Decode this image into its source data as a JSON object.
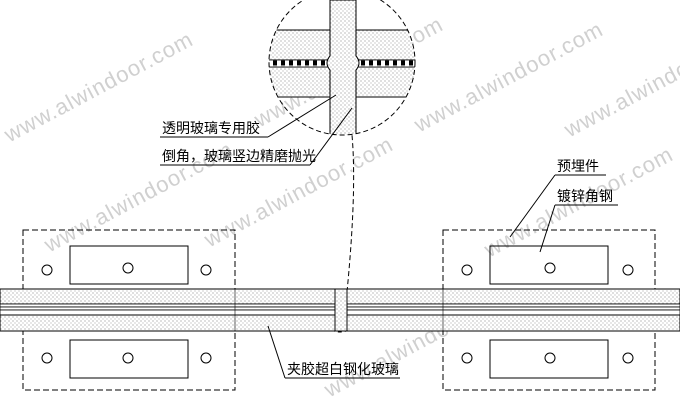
{
  "diagram": {
    "labels": {
      "glue": "透明玻璃专用胶",
      "edge": "倒角，玻璃竖边精磨抛光",
      "embed": "预埋件",
      "angle": "镀锌角钢",
      "glass": "夹胶超白钢化玻璃"
    },
    "watermark": "www.alwindoor.com"
  }
}
